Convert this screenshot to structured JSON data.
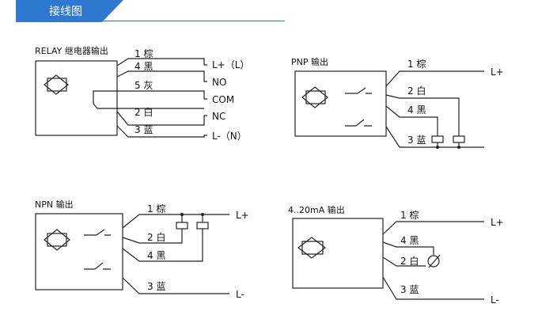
{
  "header": {
    "title": "接线图",
    "color": "#2f78d0"
  },
  "diagrams": {
    "relay": {
      "title": "RELAY 继电器输出",
      "wires": [
        {
          "label": "1 棕",
          "terminal": "L+（L）"
        },
        {
          "label": "4 黑",
          "terminal": "NO"
        },
        {
          "label": "5 灰",
          "terminal": "COM"
        },
        {
          "label": "2 白",
          "terminal": "NC"
        },
        {
          "label": "3 蓝",
          "terminal": "L-（N）"
        }
      ]
    },
    "pnp": {
      "title": "PNP 输出",
      "wires": [
        {
          "label": "1 棕",
          "terminal": "L+"
        },
        {
          "label": "2 白",
          "terminal": ""
        },
        {
          "label": "4 黑",
          "terminal": ""
        },
        {
          "label": "3 蓝",
          "terminal": ""
        }
      ]
    },
    "npn": {
      "title": "NPN 输出",
      "wires": [
        {
          "label": "1 棕",
          "terminal": "L+"
        },
        {
          "label": "2 白",
          "terminal": ""
        },
        {
          "label": "4 黑",
          "terminal": ""
        },
        {
          "label": "3 蓝",
          "terminal": "L-"
        }
      ]
    },
    "analog": {
      "title": "4..20mA 输出",
      "wires": [
        {
          "label": "1 棕",
          "terminal": "L+"
        },
        {
          "label": "4 黑",
          "terminal": ""
        },
        {
          "label": "2 白",
          "terminal": ""
        },
        {
          "label": "3 蓝",
          "terminal": "L-"
        }
      ]
    }
  }
}
